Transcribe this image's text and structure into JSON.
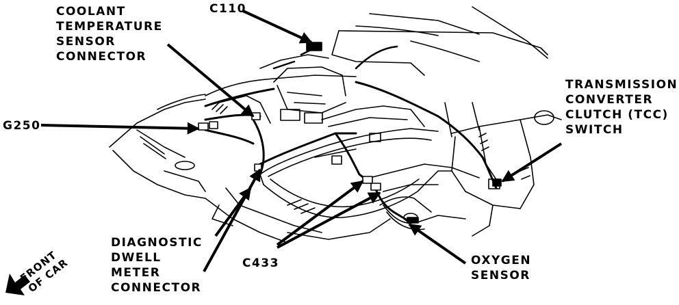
{
  "labels": {
    "coolant": [
      "COOLANT",
      "TEMPERATURE",
      "SENSOR",
      "CONNECTOR"
    ],
    "c110": "C110",
    "g250": "G250",
    "tcc": [
      "TRANSMISSION",
      "CONVERTER",
      "CLUTCH (TCC)",
      "SWITCH"
    ],
    "diagnostic": [
      "DIAGNOSTIC",
      "DWELL",
      "METER",
      "CONNECTOR"
    ],
    "c433": "C433",
    "oxygen": [
      "OXYGEN",
      "SENSOR"
    ],
    "front": [
      "FRONT",
      "OF CAR"
    ]
  },
  "colors": {
    "ink": "#000000",
    "paper": "#ffffff"
  }
}
